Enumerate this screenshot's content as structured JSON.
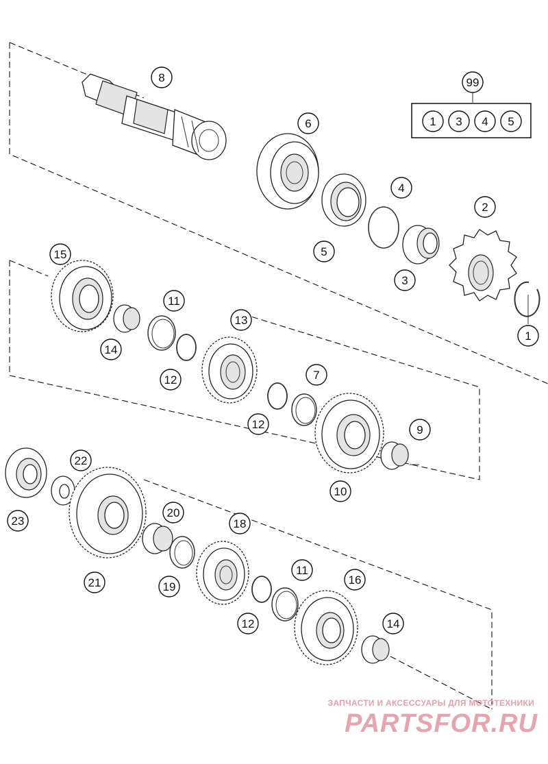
{
  "callouts": [
    {
      "id": "c8",
      "label": "8"
    },
    {
      "id": "c99",
      "label": "99"
    },
    {
      "id": "c99-1",
      "label": "1"
    },
    {
      "id": "c99-3",
      "label": "3"
    },
    {
      "id": "c99-4",
      "label": "4"
    },
    {
      "id": "c99-5",
      "label": "5"
    },
    {
      "id": "c6",
      "label": "6"
    },
    {
      "id": "c4",
      "label": "4"
    },
    {
      "id": "c2",
      "label": "2"
    },
    {
      "id": "c5",
      "label": "5"
    },
    {
      "id": "c3",
      "label": "3"
    },
    {
      "id": "c1",
      "label": "1"
    },
    {
      "id": "c15",
      "label": "15"
    },
    {
      "id": "c11a",
      "label": "11"
    },
    {
      "id": "c13",
      "label": "13"
    },
    {
      "id": "c14a",
      "label": "14"
    },
    {
      "id": "c12a",
      "label": "12"
    },
    {
      "id": "c7",
      "label": "7"
    },
    {
      "id": "c12b",
      "label": "12"
    },
    {
      "id": "c9",
      "label": "9"
    },
    {
      "id": "c10",
      "label": "10"
    },
    {
      "id": "c22",
      "label": "22"
    },
    {
      "id": "c23",
      "label": "23"
    },
    {
      "id": "c20",
      "label": "20"
    },
    {
      "id": "c18",
      "label": "18"
    },
    {
      "id": "c21",
      "label": "21"
    },
    {
      "id": "c19",
      "label": "19"
    },
    {
      "id": "c11b",
      "label": "11"
    },
    {
      "id": "c16",
      "label": "16"
    },
    {
      "id": "c12c",
      "label": "12"
    },
    {
      "id": "c14b",
      "label": "14"
    }
  ],
  "watermark": {
    "tagline": "ЗАПЧАСТИ И АКСЕССУАРЫ ДЛЯ МОТОТЕХНИКИ",
    "logo": "PARTSFOR.RU"
  },
  "colors": {
    "line": "#111111",
    "watermark": "#e6a4ac"
  }
}
